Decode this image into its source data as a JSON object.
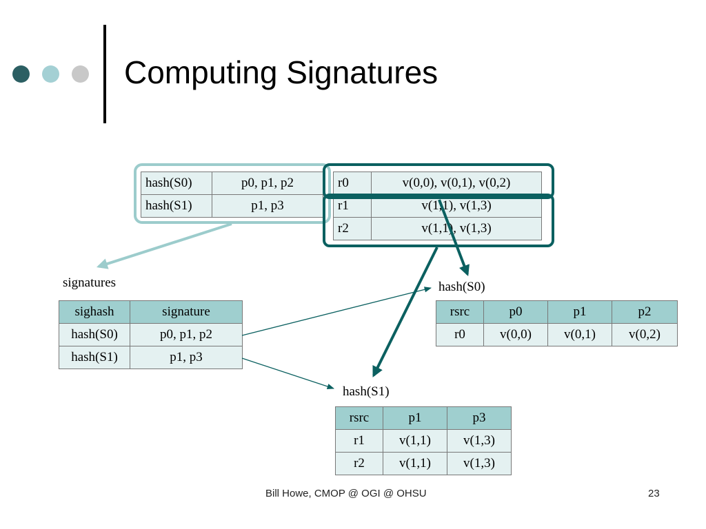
{
  "slide": {
    "title": "Computing Signatures",
    "footer_text": "Bill Howe, CMOP @ OGI @ OHSU",
    "page_number": "23"
  },
  "colors": {
    "dark_teal": "#0b6060",
    "light_teal": "#9ccccc",
    "dot_dark": "#2c5f63",
    "dot_light": "#a4d0d4",
    "dot_gray": "#c8c8c8",
    "header_fill": "#9fcfcf",
    "body_fill": "#e4f1f1"
  },
  "sig_input": {
    "rows": [
      {
        "hash": "hash(S0)",
        "pages": "p0, p1, p2"
      },
      {
        "hash": "hash(S1)",
        "pages": "p1, p3"
      }
    ]
  },
  "rows_table": {
    "rows": [
      {
        "id": "r0",
        "values": "v(0,0), v(0,1), v(0,2)"
      },
      {
        "id": "r1",
        "values": "v(1,1), v(1,3)"
      },
      {
        "id": "r2",
        "values": "v(1,1), v(1,3)"
      }
    ]
  },
  "signatures": {
    "label": "signatures",
    "headers": [
      "sighash",
      "signature"
    ],
    "rows": [
      {
        "hash": "hash(S0)",
        "signature": "p0, p1, p2"
      },
      {
        "hash": "hash(S1)",
        "signature": "p1, p3"
      }
    ]
  },
  "s0_table": {
    "label": "hash(S0)",
    "headers": [
      "rsrc",
      "p0",
      "p1",
      "p2"
    ],
    "rows": [
      [
        "r0",
        "v(0,0)",
        "v(0,1)",
        "v(0,2)"
      ]
    ]
  },
  "s1_table": {
    "label": "hash(S1)",
    "headers": [
      "rsrc",
      "p1",
      "p3"
    ],
    "rows": [
      [
        "r1",
        "v(1,1)",
        "v(1,3)"
      ],
      [
        "r2",
        "v(1,1)",
        "v(1,3)"
      ]
    ]
  }
}
